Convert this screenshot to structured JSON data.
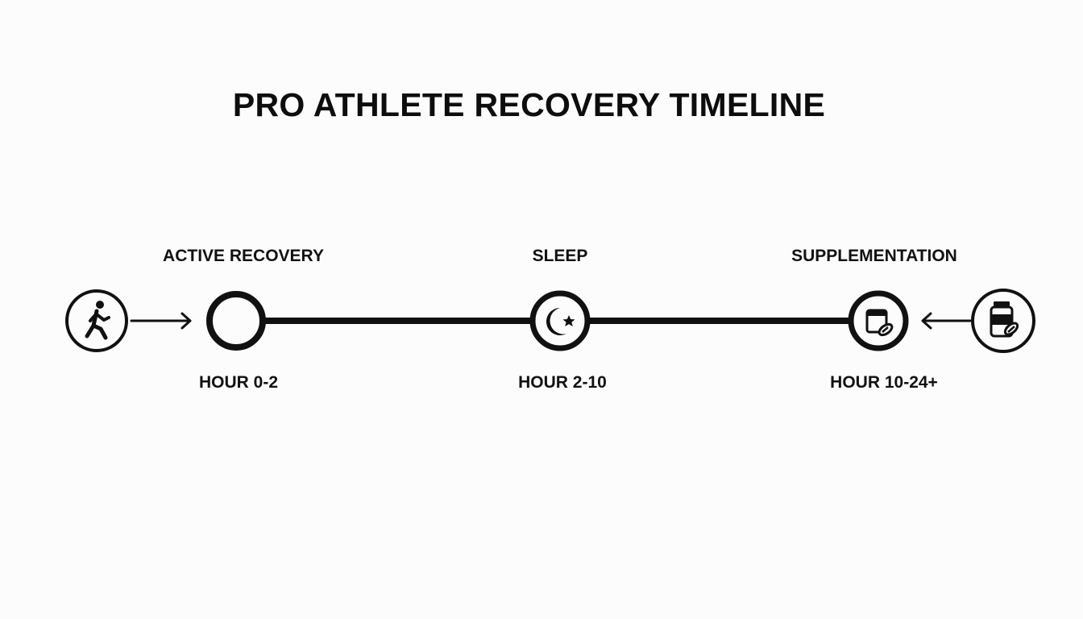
{
  "title": "PRO ATHLETE RECOVERY TIMELINE",
  "phases": [
    {
      "label": "ACTIVE RECOVERY",
      "time": "HOUR 0-2",
      "icon": "empty-circle"
    },
    {
      "label": "SLEEP",
      "time": "HOUR 2-10",
      "icon": "moon-star-icon"
    },
    {
      "label": "SUPPLEMENTATION",
      "time": "HOUR 10-24+",
      "icon": "supplement-icon"
    }
  ],
  "side_icons": {
    "left": "walking-person-icon",
    "right": "supplement-bottle-pill-icon"
  },
  "colors": {
    "background": "#fcfcfc",
    "ink": "#111111"
  }
}
